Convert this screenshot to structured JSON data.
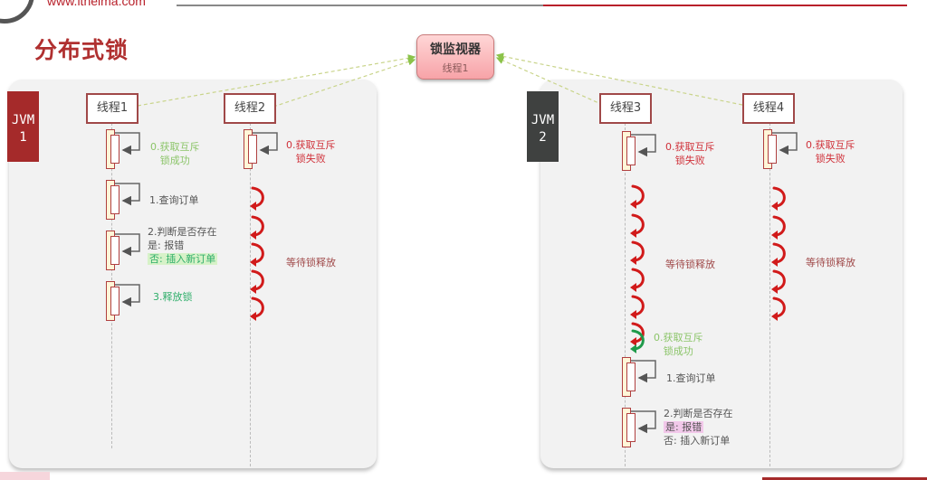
{
  "header": {
    "site_url": "www.itheima.com",
    "title": "分布式锁"
  },
  "monitor": {
    "title": "锁监视器",
    "owner": "线程1"
  },
  "jvms": [
    {
      "label_line1": "JVM",
      "label_line2": "1",
      "color": "#a52a2a"
    },
    {
      "label_line1": "JVM",
      "label_line2": "2",
      "color": "#3f4140"
    }
  ],
  "threads": [
    {
      "name": "线程1",
      "steps": [
        {
          "lines": [
            "0.获取互斥",
            "锁成功"
          ],
          "color": "green"
        },
        {
          "lines": [
            "1.查询订单"
          ],
          "color": "gray"
        },
        {
          "lines": [
            "2.判断是否存在",
            "是: 报错",
            "否: 插入新订单"
          ],
          "color": "gray",
          "highlight_line": 2
        },
        {
          "lines": [
            "3.释放锁"
          ],
          "color": "teal"
        }
      ]
    },
    {
      "name": "线程2",
      "steps": [
        {
          "lines": [
            "0.获取互斥",
            "锁失败"
          ],
          "color": "red"
        }
      ],
      "wait_label": "等待锁释放",
      "wait_loops": 5
    },
    {
      "name": "线程3",
      "steps": [
        {
          "lines": [
            "0.获取互斥",
            "锁失败"
          ],
          "color": "red"
        },
        {
          "lines": [
            "0.获取互斥",
            "锁成功"
          ],
          "color": "green"
        },
        {
          "lines": [
            "1.查询订单"
          ],
          "color": "gray"
        },
        {
          "lines": [
            "2.判断是否存在",
            "是: 报错",
            "否: 插入新订单"
          ],
          "color": "gray",
          "highlight_line": 1
        }
      ],
      "wait_label": "等待锁释放",
      "wait_loops": 6
    },
    {
      "name": "线程4",
      "steps": [
        {
          "lines": [
            "0.获取互斥",
            "锁失败"
          ],
          "color": "red"
        }
      ],
      "wait_label": "等待锁释放",
      "wait_loops": 5
    }
  ],
  "colors": {
    "accent_red": "#b8202a",
    "success_green": "#8cc56a",
    "fail_red": "#d0313a",
    "loop_red": "#d11a1a",
    "loop_green": "#1f9a4a"
  }
}
